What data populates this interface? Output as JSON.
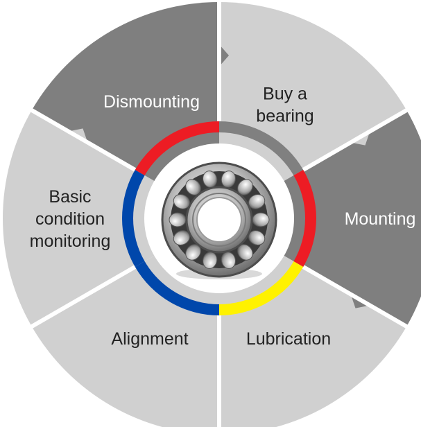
{
  "segments": [
    {
      "id": "buy-a-bearing",
      "lines": [
        "Buy a",
        "bearing"
      ],
      "fill": "#d0d0d0",
      "text_color": "#222222",
      "accent": "#808080"
    },
    {
      "id": "mounting",
      "lines": [
        "Mounting"
      ],
      "fill": "#7f7f7f",
      "text_color": "#ffffff",
      "accent": "#ed1c24"
    },
    {
      "id": "lubrication",
      "lines": [
        "Lubrication"
      ],
      "fill": "#d0d0d0",
      "text_color": "#222222",
      "accent": "#fff200"
    },
    {
      "id": "alignment",
      "lines": [
        "Alignment"
      ],
      "fill": "#d0d0d0",
      "text_color": "#222222",
      "accent": "#0047ab"
    },
    {
      "id": "basic-condition-monitoring",
      "lines": [
        "Basic",
        "condition",
        "monitoring"
      ],
      "fill": "#d0d0d0",
      "text_color": "#222222",
      "accent": "#0047ab"
    },
    {
      "id": "dismounting",
      "lines": [
        "Dismounting"
      ],
      "fill": "#7f7f7f",
      "text_color": "#ffffff",
      "accent": "#ed1c24"
    }
  ],
  "center_icon": "spherical-roller-bearing-icon",
  "colors": {
    "divider": "#ffffff",
    "background": "#ffffff"
  }
}
